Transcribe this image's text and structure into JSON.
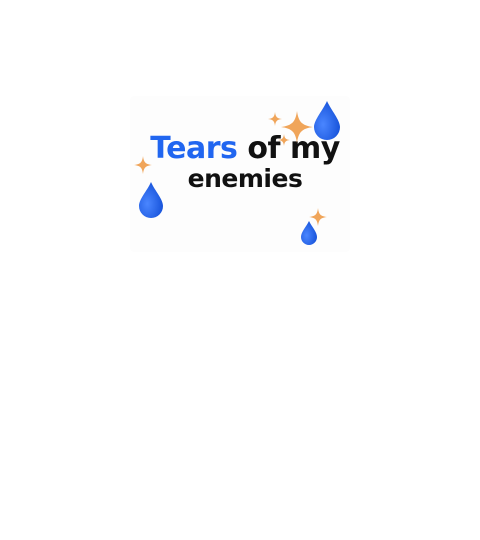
{
  "headline": {
    "word1": "Tears",
    "word2": "of my",
    "line2": "enemies"
  },
  "colors": {
    "accent_blue": "#2166f0",
    "text_black": "#111111",
    "sparkle_orange": "#f0a55a"
  },
  "icons": [
    "teardrop-icon",
    "sparkle-icon"
  ]
}
